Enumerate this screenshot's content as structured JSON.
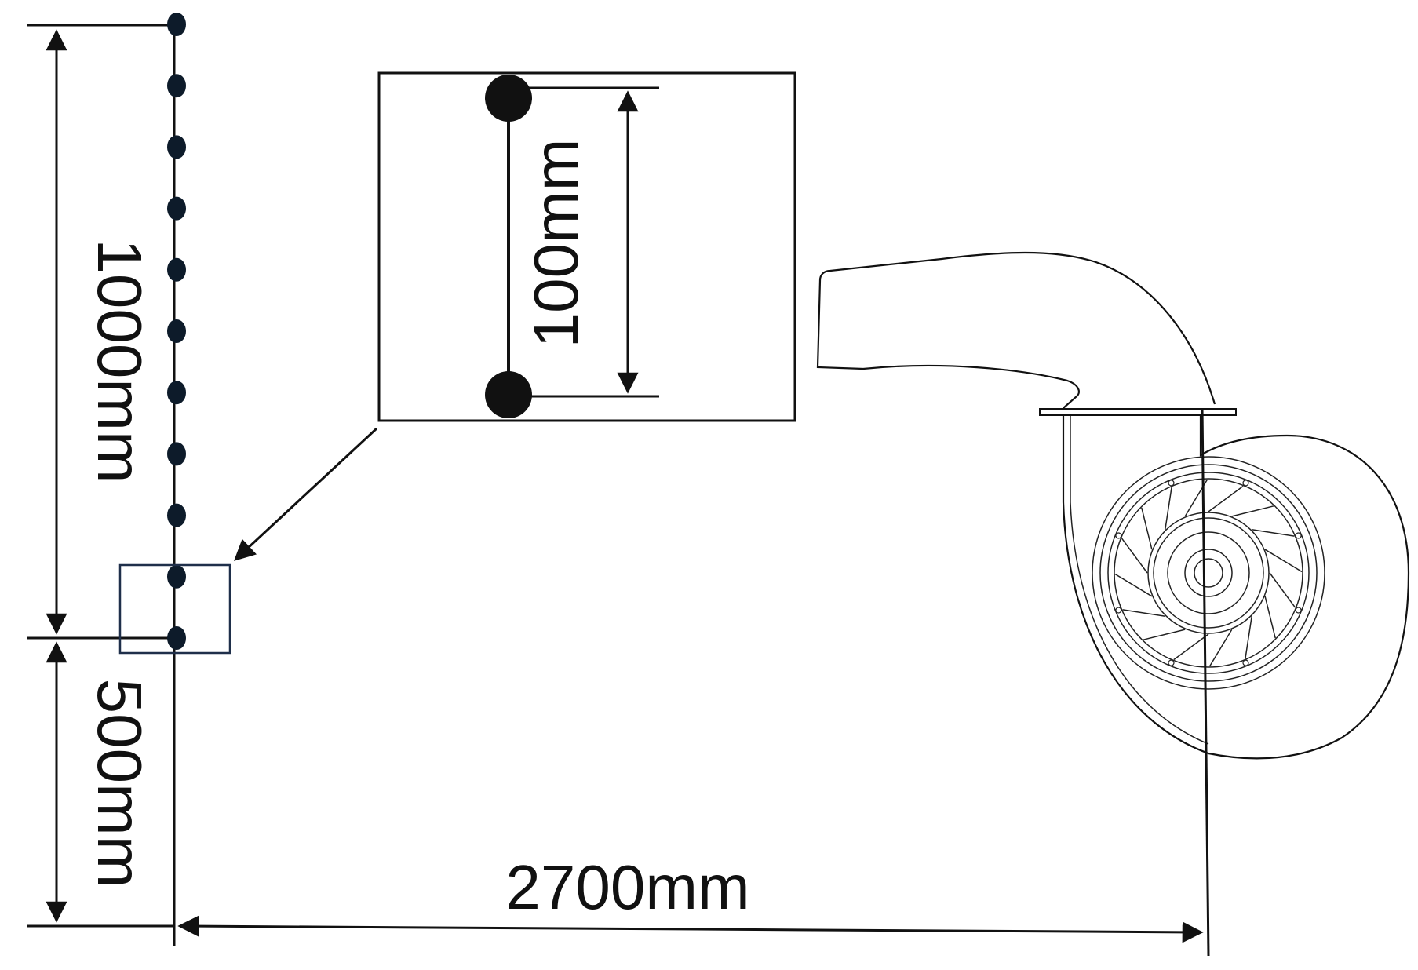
{
  "dimensions": {
    "upper_span": "1000mm",
    "lower_span": "500mm",
    "horizontal_distance": "2700mm",
    "inset_spacing": "100mm"
  },
  "colors": {
    "line": "#111111",
    "node": "#0d1b2a",
    "highlight_box": "#1f2f4a"
  },
  "sensor_column": {
    "node_count": 11
  }
}
